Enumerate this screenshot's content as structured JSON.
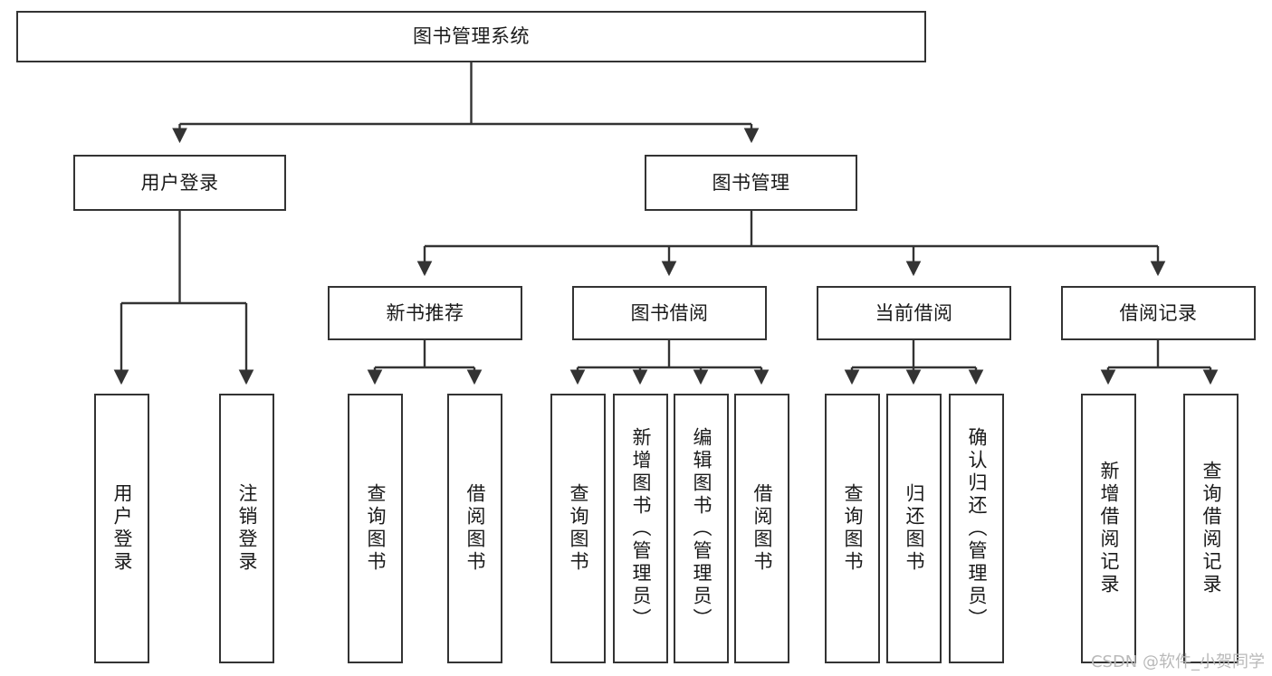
{
  "diagram": {
    "title": "图书管理系统",
    "type": "tree",
    "watermark": "CSDN @软件_小贺同学",
    "colors": {
      "node_border": "#333333",
      "node_fill": "#ffffff",
      "edge": "#333333",
      "text": "#1a1a1a",
      "watermark": "#b9b9b9"
    },
    "nodes": {
      "root": "图书管理系统",
      "level1": {
        "user_login": "用户登录",
        "book_manage": "图书管理"
      },
      "level2": {
        "new_book_recommend": "新书推荐",
        "book_borrow": "图书借阅",
        "current_borrow": "当前借阅",
        "borrow_record": "借阅记录"
      },
      "leaves": {
        "user_login_1": "用户登录",
        "user_login_2": "注销登录",
        "recommend_1": "查询图书",
        "recommend_2": "借阅图书",
        "borrow_1": "查询图书",
        "borrow_2": "新增图书（管理员）",
        "borrow_3": "编辑图书（管理员）",
        "borrow_4": "借阅图书",
        "current_1": "查询图书",
        "current_2": "归还图书",
        "current_3": "确认归还（管理员）",
        "record_1": "新增借阅记录",
        "record_2": "查询借阅记录"
      }
    }
  }
}
